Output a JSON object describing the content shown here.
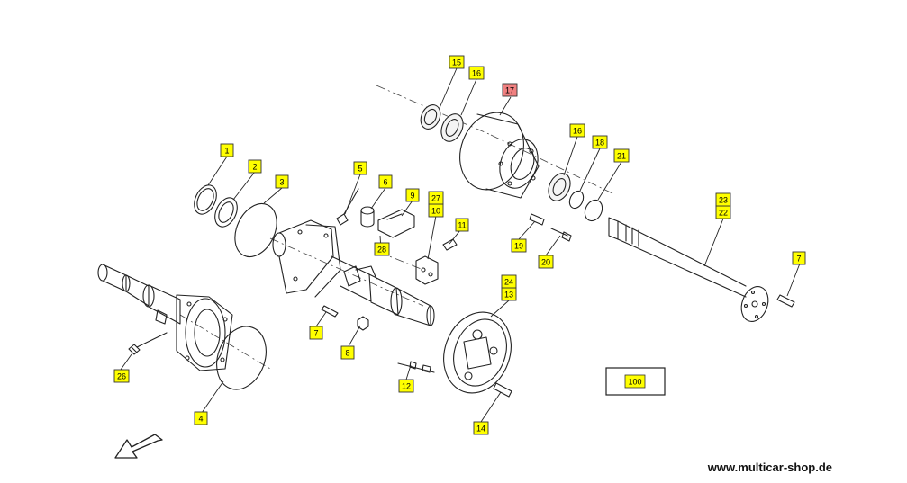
{
  "colors": {
    "callout_fill": "#ffff00",
    "callout_highlight_fill": "#f08080",
    "line": "#222222",
    "background": "#ffffff"
  },
  "callouts": [
    {
      "id": "1",
      "label": "1",
      "highlight": false
    },
    {
      "id": "2",
      "label": "2",
      "highlight": false
    },
    {
      "id": "3",
      "label": "3",
      "highlight": false
    },
    {
      "id": "4",
      "label": "4",
      "highlight": false
    },
    {
      "id": "5",
      "label": "5",
      "highlight": false
    },
    {
      "id": "6",
      "label": "6",
      "highlight": false
    },
    {
      "id": "7a",
      "label": "7",
      "highlight": false
    },
    {
      "id": "7b",
      "label": "7",
      "highlight": false
    },
    {
      "id": "8",
      "label": "8",
      "highlight": false
    },
    {
      "id": "9",
      "label": "9",
      "highlight": false
    },
    {
      "id": "10",
      "label": "10",
      "highlight": false
    },
    {
      "id": "11",
      "label": "11",
      "highlight": false
    },
    {
      "id": "12",
      "label": "12",
      "highlight": false
    },
    {
      "id": "13",
      "label": "13",
      "highlight": false
    },
    {
      "id": "14",
      "label": "14",
      "highlight": false
    },
    {
      "id": "15",
      "label": "15",
      "highlight": false
    },
    {
      "id": "16a",
      "label": "16",
      "highlight": false
    },
    {
      "id": "16b",
      "label": "16",
      "highlight": false
    },
    {
      "id": "17",
      "label": "17",
      "highlight": true
    },
    {
      "id": "18",
      "label": "18",
      "highlight": false
    },
    {
      "id": "19",
      "label": "19",
      "highlight": false
    },
    {
      "id": "20",
      "label": "20",
      "highlight": false
    },
    {
      "id": "21",
      "label": "21",
      "highlight": false
    },
    {
      "id": "22",
      "label": "22",
      "highlight": false
    },
    {
      "id": "23",
      "label": "23",
      "highlight": false
    },
    {
      "id": "24",
      "label": "24",
      "highlight": false
    },
    {
      "id": "26",
      "label": "26",
      "highlight": false
    },
    {
      "id": "27",
      "label": "27",
      "highlight": false
    },
    {
      "id": "28",
      "label": "28",
      "highlight": false
    },
    {
      "id": "100",
      "label": "100",
      "highlight": false
    }
  ],
  "footer": {
    "site": "www.multicar-shop.de"
  },
  "direction_arrow_icon": "arrow-down-left-icon"
}
